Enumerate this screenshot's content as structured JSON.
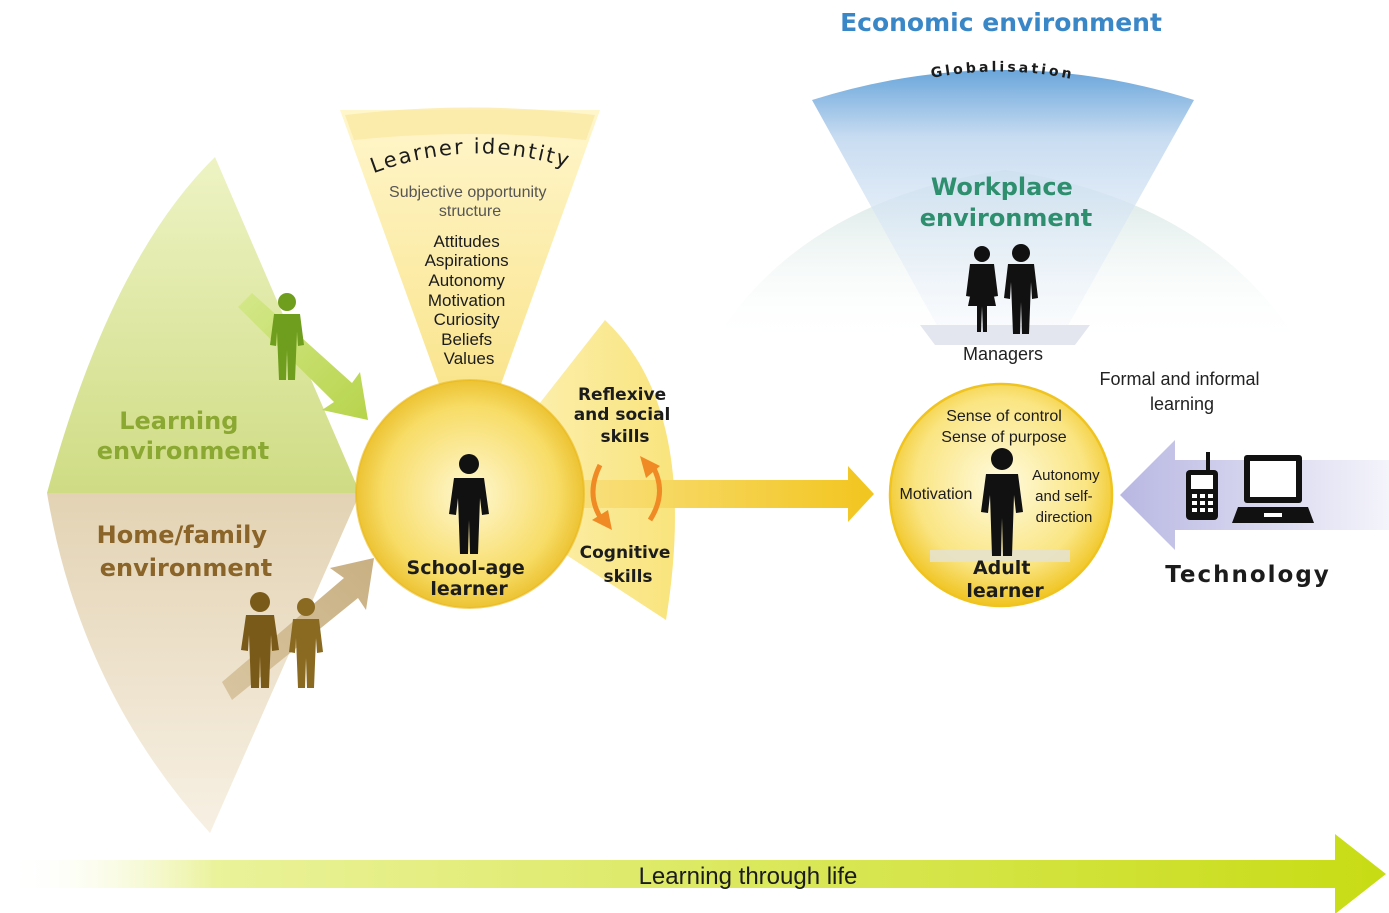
{
  "economic": {
    "title": "Economic environment",
    "arc_label": "Globalisation"
  },
  "workplace": {
    "title_lines": [
      "Workplace",
      "environment"
    ],
    "managers": "Managers"
  },
  "formal_informal": [
    "Formal and informal",
    "learning"
  ],
  "technology": "Technology",
  "learner_identity": {
    "title": "Learner identity",
    "subtitle_lines": [
      "Subjective opportunity",
      "structure"
    ],
    "traits": [
      "Attitudes",
      "Aspirations",
      "Autonomy",
      "Motivation",
      "Curiosity",
      "Beliefs",
      "Values"
    ]
  },
  "learning_environment": [
    "Learning",
    "environment"
  ],
  "home_family": [
    "Home/family",
    "environment"
  ],
  "school_learner": [
    "School-age",
    "learner"
  ],
  "skills": {
    "reflexive": [
      "Reflexive",
      "and social",
      "skills"
    ],
    "cognitive": [
      "Cognitive",
      "skills"
    ]
  },
  "adult": {
    "label": [
      "Adult",
      "learner"
    ],
    "control": "Sense of control",
    "purpose": "Sense of purpose",
    "motivation": "Motivation",
    "autonomy": [
      "Autonomy",
      "and self-",
      "direction"
    ]
  },
  "life_arrow": "Learning through life",
  "colors": {
    "economic_blue": "#3a87c8",
    "workplace_teal": "#2e8f6f",
    "learning_green": "#8aa832",
    "home_brown": "#8a6428",
    "yellow_accent": "#f3c61a",
    "life_arrow": "#cfe01a",
    "technology_purple": "#bcbbe4",
    "skills_orange": "#f0902c"
  },
  "icons": [
    "person-icon",
    "mobile-phone-icon",
    "laptop-icon",
    "cycle-arrows-icon"
  ]
}
